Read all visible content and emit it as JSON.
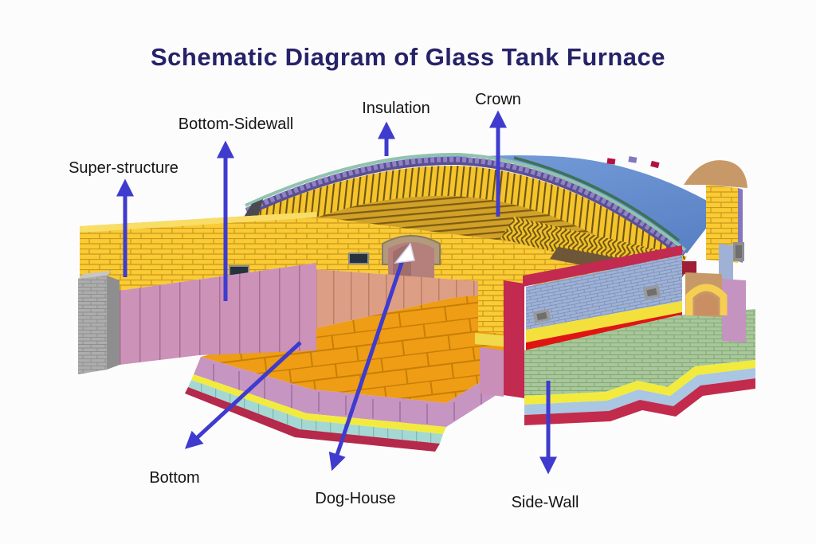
{
  "title": "Schematic Diagram of Glass Tank Furnace",
  "labels": [
    {
      "id": "super-structure",
      "text": "Super-structure"
    },
    {
      "id": "bottom-sidewall",
      "text": "Bottom-Sidewall"
    },
    {
      "id": "insulation",
      "text": "Insulation"
    },
    {
      "id": "crown",
      "text": "Crown"
    },
    {
      "id": "bottom",
      "text": "Bottom"
    },
    {
      "id": "dog-house",
      "text": "Dog-House"
    },
    {
      "id": "side-wall",
      "text": "Side-Wall"
    }
  ],
  "colors": {
    "title": "#262268",
    "label_text": "#151515",
    "arrow": "#3e3bce",
    "crown_blue": "#6189cb",
    "crown_seam_green": "#3f7156",
    "brick_yellow": "#facb35",
    "sidewall_plum": "#cc92b8",
    "interior_salmon": "#dd9e86",
    "floor_orange": "#ee9d15",
    "buckstay_gray": "#adadad",
    "layer_crimson": "#c22a50",
    "layer_bluegray": "#9fb2d6",
    "layer_green": "#a9c79b",
    "stripe_yellow": "#f2eb3d",
    "stripe_lightblue": "#a9c6e2",
    "stripe_maroon": "#b5294b",
    "insulation_teal": "#8fc3ae",
    "insulation_purple": "#8377bd"
  }
}
